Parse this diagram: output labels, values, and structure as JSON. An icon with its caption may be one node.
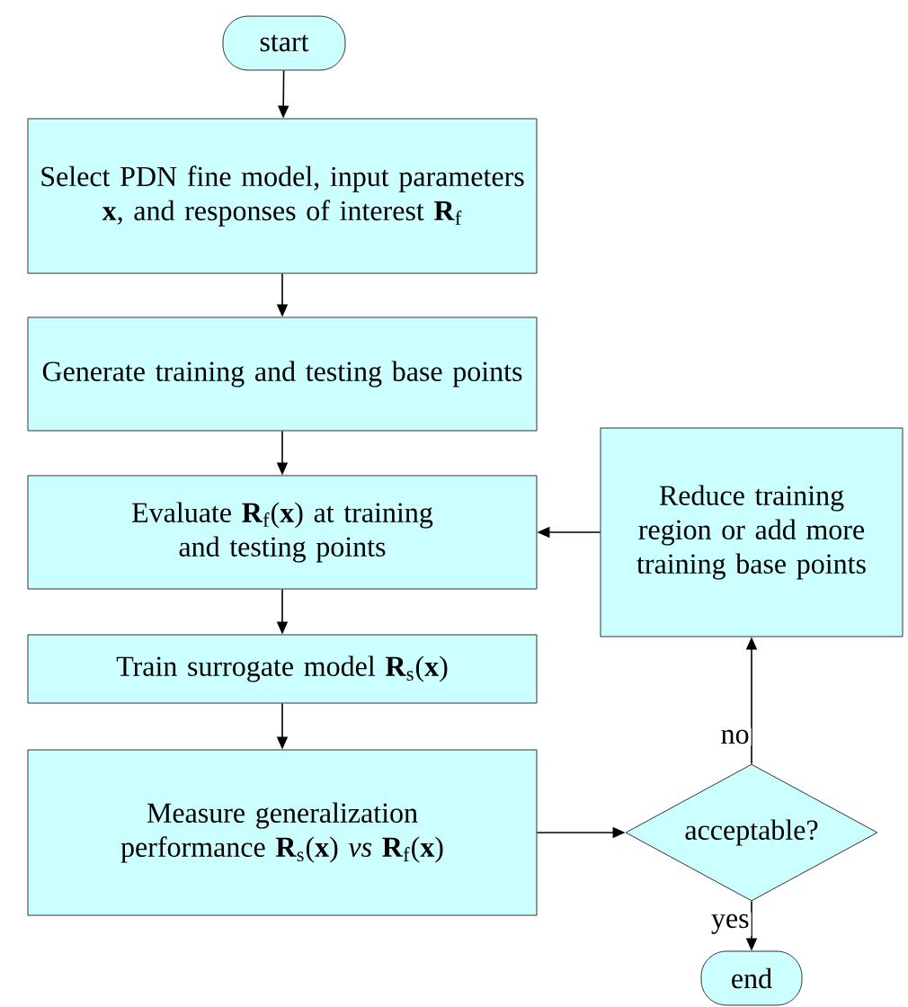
{
  "diagram": {
    "nodes": [
      {
        "text": [
          "start"
        ]
      },
      {
        "text": [
          "Select PDN fine model, input parameters **x**, and responses of interest **R**$_{f}$"
        ]
      },
      {
        "text": [
          "Generate training and testing base points"
        ]
      },
      {
        "text": [
          "Evaluate **R**$_{f}$(**x**) at training and testing points"
        ]
      },
      {
        "text": [
          "Train surrogate model **R**$_{s}$(**x**)"
        ]
      },
      {
        "text": [
          "Measure generalization performance **R**$_{s}$(**x**) *vs* **R**$_{f}$(**x**)"
        ]
      },
      {
        "text": [
          "Reduce training region or add more training base points"
        ]
      },
      {
        "text": [
          "acceptable?"
        ]
      },
      {
        "text": [
          "end"
        ]
      }
    ],
    "edges": [
      {
        "from": 0,
        "to": 1,
        "arrow": "to"
      },
      {
        "from": 1,
        "to": 2,
        "arrow": "to"
      },
      {
        "from": 2,
        "to": 3,
        "arrow": "to"
      },
      {
        "from": 3,
        "to": 4,
        "arrow": "to"
      },
      {
        "from": 4,
        "to": 5,
        "arrow": "to"
      },
      {
        "from": 5,
        "to": 7,
        "arrow": "to"
      },
      {
        "from": 7,
        "to": 6,
        "arrow": "to",
        "label": "no"
      },
      {
        "from": 6,
        "to": 3,
        "arrow": "to"
      },
      {
        "from": 7,
        "to": 8,
        "arrow": "to",
        "label": "yes"
      }
    ]
  }
}
